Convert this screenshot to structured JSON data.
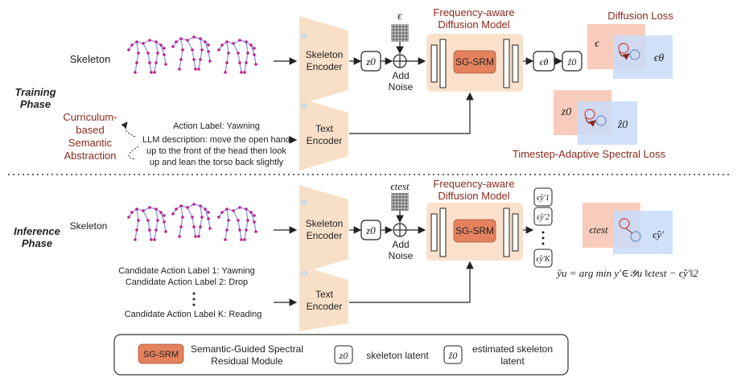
{
  "training": {
    "phase_label_line1": "Training",
    "phase_label_line2": "Phase",
    "skeleton_label": "Skeleton",
    "skeleton_encoder_line1": "Skeleton",
    "skeleton_encoder_line2": "Encoder",
    "latent": "z0",
    "noise_symbol": "ϵ",
    "add_noise_line1": "Add",
    "add_noise_line2": "Noise",
    "diffusion_title_line1": "Frequency-aware",
    "diffusion_title_line2": "Diffusion Model",
    "module_label": "SG-SRM",
    "eps_theta": "ϵθ",
    "z0_hat": "ẑ0",
    "curriculum_line1": "Curriculum-",
    "curriculum_line2": "based",
    "curriculum_line3": "Semantic",
    "curriculum_line4": "Abstraction",
    "action_label": "Action Label: Yawning",
    "llm_line1": "LLM description: move the open hand",
    "llm_line2": "up to the front of the head then look",
    "llm_line3": "up and lean the torso back slightly",
    "text_encoder_line1": "Text",
    "text_encoder_line2": "Encoder",
    "diffusion_loss_title": "Diffusion  Loss",
    "diffusion_loss_left": "ϵ",
    "diffusion_loss_right": "ϵθ",
    "spectral_loss_left": "z0",
    "spectral_loss_right": "ẑ0",
    "spectral_loss_title": "Timestep-Adaptive Spectral Loss"
  },
  "inference": {
    "phase_label_line1": "Inference",
    "phase_label_line2": "Phase",
    "skeleton_label": "Skeleton",
    "skeleton_encoder_line1": "Skeleton",
    "skeleton_encoder_line2": "Encoder",
    "latent": "z0",
    "noise_symbol": "ϵtest",
    "add_noise_line1": "Add",
    "add_noise_line2": "Noise",
    "diffusion_title_line1": "Frequency-aware",
    "diffusion_title_line2": "Diffusion Model",
    "module_label": "SG-SRM",
    "outputs": [
      "ϵ̂y′1",
      "ϵ̂y′2",
      "ϵ̂y′K"
    ],
    "candidates": [
      "Candidate Action Label 1: Yawning",
      "Candidate Action Label 2: Drop",
      "Candidate Action Label K: Reading"
    ],
    "text_encoder_line1": "Text",
    "text_encoder_line2": "Encoder",
    "compare_left": "ϵtest",
    "compare_right": "ϵ̂y′",
    "formula": "ŷu = arg min y′∈𝒴u ‖ϵtest − ϵ̂y′‖2"
  },
  "legend": {
    "module_label": "SG-SRM",
    "module_desc_line1": "Semantic-Guided Spectral",
    "module_desc_line2": "Residual Module",
    "latent_symbol": "z0",
    "latent_desc": "skeleton latent",
    "est_symbol": "ẑ0",
    "est_desc_line1": "estimated skeleton",
    "est_desc_line2": "latent"
  },
  "colors": {
    "encoder": "#f8e0c8",
    "diffusion_box": "#fbe1cc",
    "module": "#e5825e",
    "red_text": "#8b2a1c",
    "loss_red": "#f6c3b0",
    "loss_blue": "#c9daf8",
    "skeleton_bone": "#8a8ae0",
    "skeleton_joint": "#c0208c"
  }
}
